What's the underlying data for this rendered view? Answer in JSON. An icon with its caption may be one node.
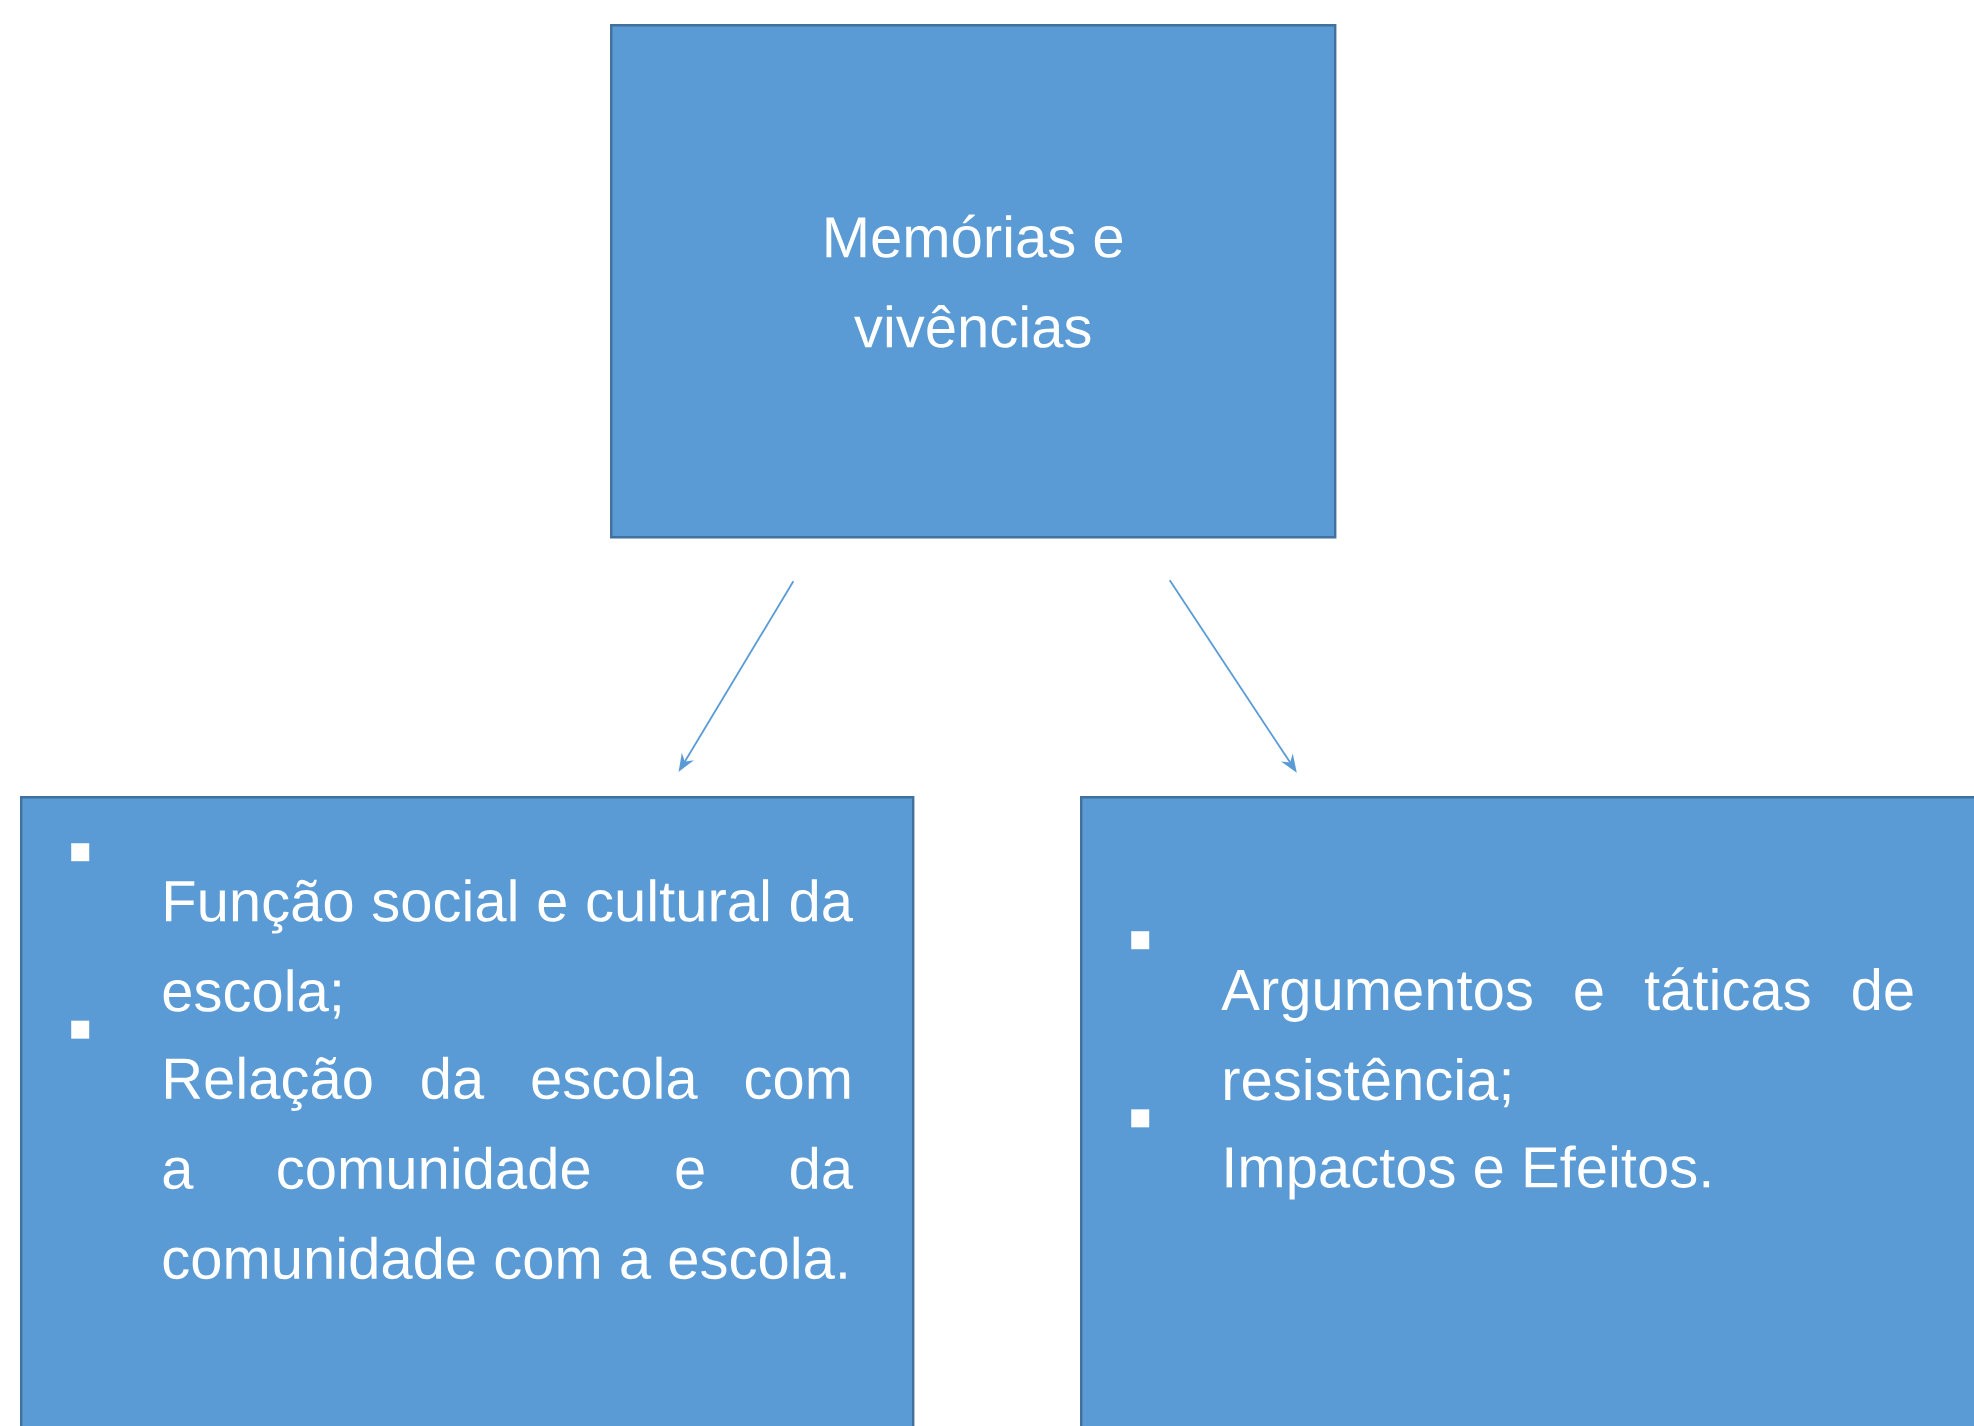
{
  "diagram": {
    "nodes": [
      {
        "text": [
          "Memórias e vivências"
        ]
      },
      {
        "text": [
          "Função social e cultural da escola;",
          "Relação da escola com a comunidade e da comunidade com a escola."
        ]
      },
      {
        "text": [
          "Argumentos e táticas de resistência;",
          "Impactos e Efeitos."
        ]
      }
    ],
    "edges": [
      {
        "from": 0,
        "to": 1,
        "arrow": "to"
      },
      {
        "from": 0,
        "to": 2,
        "arrow": "to"
      }
    ]
  }
}
